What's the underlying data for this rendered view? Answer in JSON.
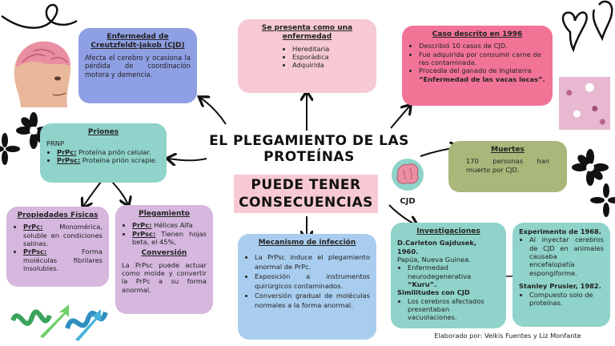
{
  "central": {
    "title": "EL PLEGAMIENTO DE LAS PROTEÍNAS",
    "subtitle": "PUEDE TENER CONSECUENCIAS",
    "badge": "CJD"
  },
  "cjd_box": {
    "title": "Enfermedad de Creutzfeldt-Jakob (CJD)",
    "text": "Afecta el cerebro y ocasiona la pérdida de coordinación motora y demencia."
  },
  "presenta_box": {
    "title": "Se presenta como una enfermedad",
    "items": [
      "Hereditaria",
      "Esporádica",
      "Adquirida"
    ]
  },
  "caso_box": {
    "title": "Caso descrito en 1996",
    "items": [
      "Describió 10 casos de CJD.",
      "Fue adquirida por consumir carne de res contaminada.",
      "Procedía del ganado de Inglaterra"
    ],
    "highlight": "“Enfermedad de las vacas locas”."
  },
  "muertes_box": {
    "title": "Muertes",
    "text": "170 personas han muerto por CJD."
  },
  "priones_box": {
    "title": "Priones",
    "intro": "PRNP",
    "items": [
      {
        "term": "PrPc:",
        "text": " Proteína prión celular."
      },
      {
        "term": "PrPsc:",
        "text": " Proteína prión scrapie."
      }
    ]
  },
  "propiedades_box": {
    "title": "Propiedades Físicas",
    "items": [
      {
        "term": "PrPc:",
        "text": " Monomérica, soluble en condiciones salinas."
      },
      {
        "term": "PrPsc:",
        "text": " Forma moléculas fibrilares insolubles."
      }
    ]
  },
  "plegamiento_box": {
    "title": "Plegamiento",
    "items": [
      {
        "term": "PrPc:",
        "text": " Hélices Alfa"
      },
      {
        "term": "PrPsc:",
        "text": " Tienen hojas beta, el 45%,"
      }
    ],
    "sub_title": "Conversión",
    "sub_text": "La PrPsc puede actuar como molde y convertir la PrPc a su forma anormal."
  },
  "mecanismo_box": {
    "title": "Mecanismo de infección",
    "items": [
      "La PrPsc induce el plegamiento anormal de PrPc.",
      "Exposición a instrumentos quirúrgicos contaminados.",
      "Conversión gradual de moléculas normales a la forma anormal."
    ]
  },
  "investigaciones_box": {
    "title": "Investigaciones",
    "researcher1": "D.Carleton Gajdusek, 1960.",
    "place1": "Papúa, Nueva Guinea.",
    "item1": "Enfermedad neurodegenerativa",
    "item1_bold": "“Kuru”.",
    "sub2": "Similitudes con CJD",
    "item2": "Los cerebros afectados presentaban vacuolaciones."
  },
  "experimento_box": {
    "title": "Experimento de 1968.",
    "item1": "Al inyectar cerebros de CJD en animales causaba encefalopatía espongiforme.",
    "researcher2": "Stanley Prusier, 1982.",
    "item2": "Compuesto solo de proteínas."
  },
  "credits": "Elaborado por: Velkis Fuentes y Liz Monfante",
  "colors": {
    "blue": "#8f9fe3",
    "pink": "#f6c9d3",
    "hotpink": "#f17496",
    "olive": "#a9b77a",
    "teal": "#8fd3ca",
    "purple": "#d6b7de",
    "lightblue": "#a9cdee"
  }
}
